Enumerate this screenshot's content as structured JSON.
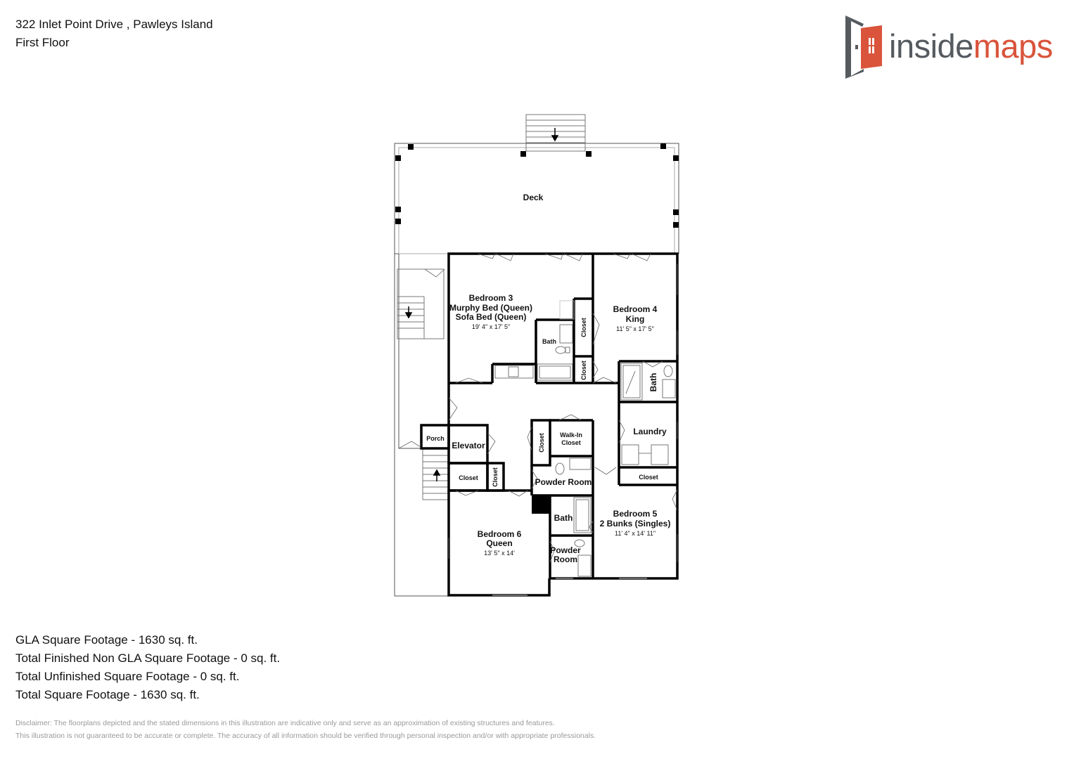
{
  "header": {
    "address": "322 Inlet Point Drive , Pawleys Island",
    "floor": "First Floor"
  },
  "logo": {
    "text_a": "inside",
    "text_b": "maps",
    "colors": {
      "accent": "#d9543b",
      "gray": "#555a5f"
    }
  },
  "rooms": {
    "deck": {
      "name": "Deck"
    },
    "bedroom3": {
      "line1": "Bedroom 3",
      "line2": "Murphy Bed (Queen)",
      "line3": "Sofa Bed (Queen)",
      "dims": "19' 4\" x 17' 5\""
    },
    "bedroom4": {
      "line1": "Bedroom 4",
      "line2": "King",
      "dims": "11' 5\" x 17' 5\""
    },
    "bath_b3": "Bath",
    "closet_b4_upper": "Closet",
    "closet_b4_lower": "Closet",
    "bath_b4": "Bath",
    "laundry": "Laundry",
    "walkin_closet": {
      "line1": "Walk-In",
      "line2": "Closet"
    },
    "closet_hall": "Closet",
    "porch": "Porch",
    "elevator": "Elevator",
    "closet_a": "Closet",
    "closet_b": "Closet",
    "powder_room": "Powder Room",
    "closet_b5": "Closet",
    "bath_mid": "Bath",
    "powder_room2": {
      "line1": "Powder",
      "line2": "Room"
    },
    "bedroom5": {
      "line1": "Bedroom 5",
      "line2": "2 Bunks (Singles)",
      "dims": "11' 4\" x 14' 11\""
    },
    "bedroom6": {
      "line1": "Bedroom 6",
      "line2": "Queen",
      "dims": "13' 5\" x 14'"
    }
  },
  "footage": {
    "gla": "GLA Square Footage - 1630 sq. ft.",
    "non_gla": "Total Finished Non GLA Square Footage - 0 sq. ft.",
    "unfinished": "Total Unfinished Square Footage - 0 sq. ft.",
    "total": "Total Square Footage - 1630 sq. ft."
  },
  "disclaimer": {
    "line1": "Disclaimer: The floorplans depicted and the stated dimensions in this illustration are indicative only and serve as an approximation of existing structures and features.",
    "line2": "This illustration is not guaranteed to be accurate or complete. The accuracy of all information should be verified through personal inspection and/or with appropriate professionals."
  }
}
